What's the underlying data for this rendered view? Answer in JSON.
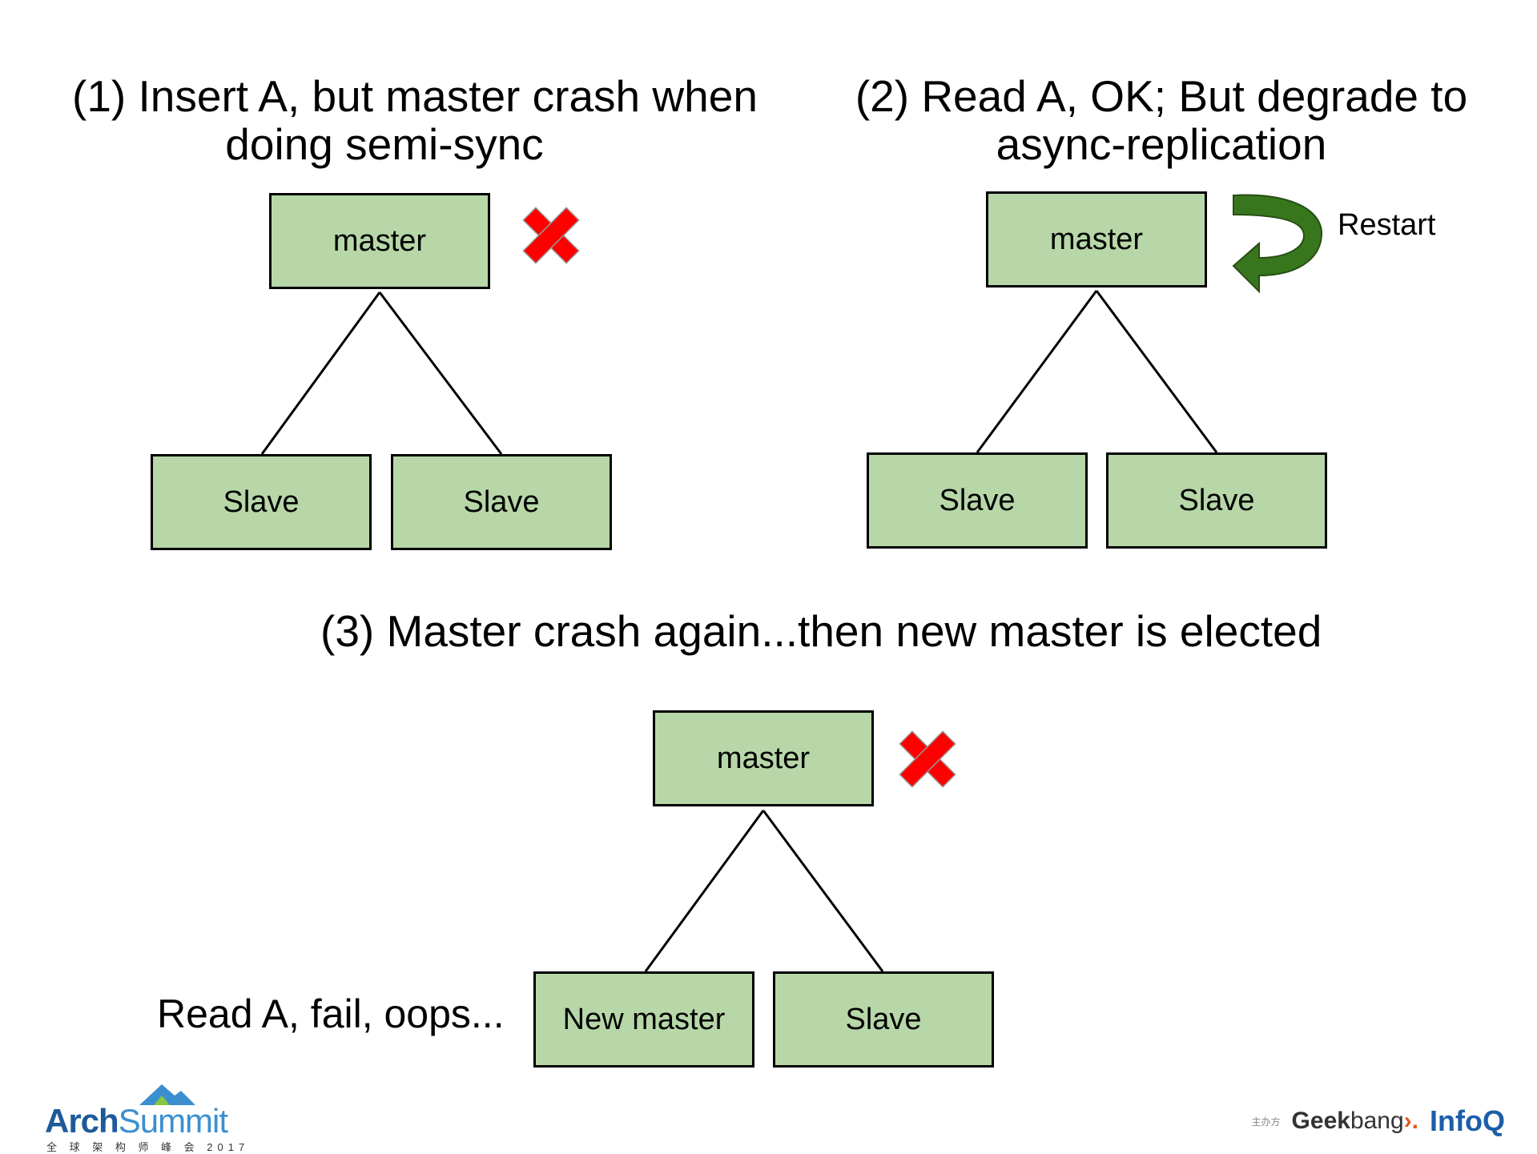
{
  "panel1": {
    "title_line1": "(1) Insert A, but master crash when",
    "title_line2": "doing semi-sync",
    "master": "master",
    "slave_left": "Slave",
    "slave_right": "Slave"
  },
  "panel2": {
    "title_line1": "(2) Read A, OK; But degrade to",
    "title_line2": "async-replication",
    "master": "master",
    "slave_left": "Slave",
    "slave_right": "Slave",
    "restart_label": "Restart"
  },
  "panel3": {
    "title": "(3) Master crash again...then new master is elected",
    "master": "master",
    "new_master": "New master",
    "slave": "Slave",
    "side_label": "Read A, fail, oops..."
  },
  "footer": {
    "archsummit_part1": "Arch",
    "archsummit_part2": "Summit",
    "archsummit_sub": "全 球 架 构 师 峰 会 2017",
    "host_label": "主办方",
    "geek_part1": "Geek",
    "geek_part2": "bang",
    "geek_chevron": "›.",
    "infoq": "InfoQ"
  },
  "colors": {
    "node_fill": "#b7d7a8",
    "cross_red": "#ff0000",
    "arrow_green": "#38761d"
  }
}
